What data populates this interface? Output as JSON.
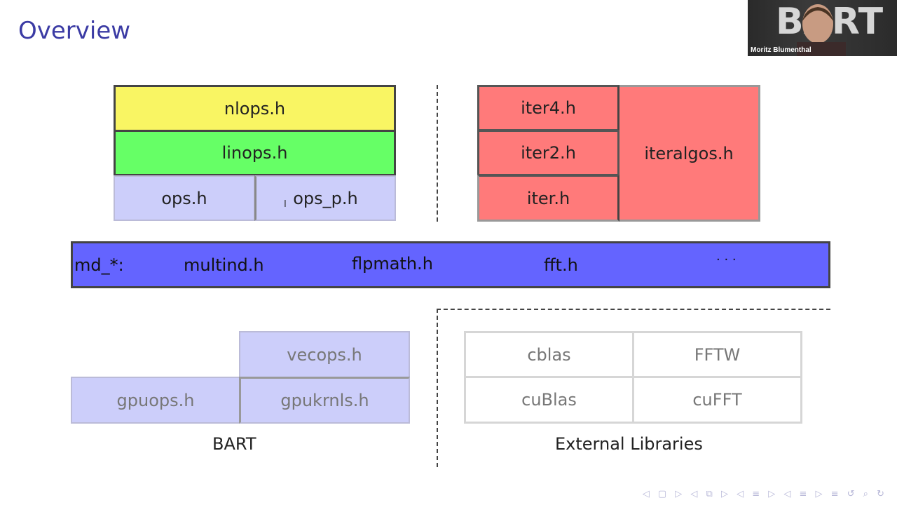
{
  "slide": {
    "title": "Overview"
  },
  "ops_group": {
    "nlops": "nlops.h",
    "linops": "linops.h",
    "ops": "ops.h",
    "ops_p": "ops_p.h"
  },
  "iter_group": {
    "iter4": "iter4.h",
    "iter2": "iter2.h",
    "iter": "iter.h",
    "iteralgos": "iteralgos.h"
  },
  "md_bar": {
    "prefix": "md_*:",
    "multind": "multind.h",
    "flpmath": "flpmath.h",
    "fft": "fft.h",
    "ellipsis": "· · ·"
  },
  "bart_group": {
    "vecops": "vecops.h",
    "gpuops": "gpuops.h",
    "gpukrnls": "gpukrnls.h",
    "label": "BART"
  },
  "external": {
    "cblas": "cblas",
    "fftw": "FFTW",
    "cublas": "cuBlas",
    "cufft": "cuFFT",
    "label": "External Libraries"
  },
  "webcam": {
    "name": "Moritz Blumenthal",
    "logo": "BART"
  },
  "nav_icons": "◁ ▢ ▷ ◁ ⧉ ▷ ◁ ≡ ▷ ◁ ≡ ▷ ≡ ↺ ⌕ ↻",
  "colors": {
    "title": "#3b3ba4",
    "nlops": "#f9f563",
    "linops": "#66ff66",
    "ops": "#cccefa",
    "iter": "#ff7a7a",
    "md": "#6464ff"
  }
}
